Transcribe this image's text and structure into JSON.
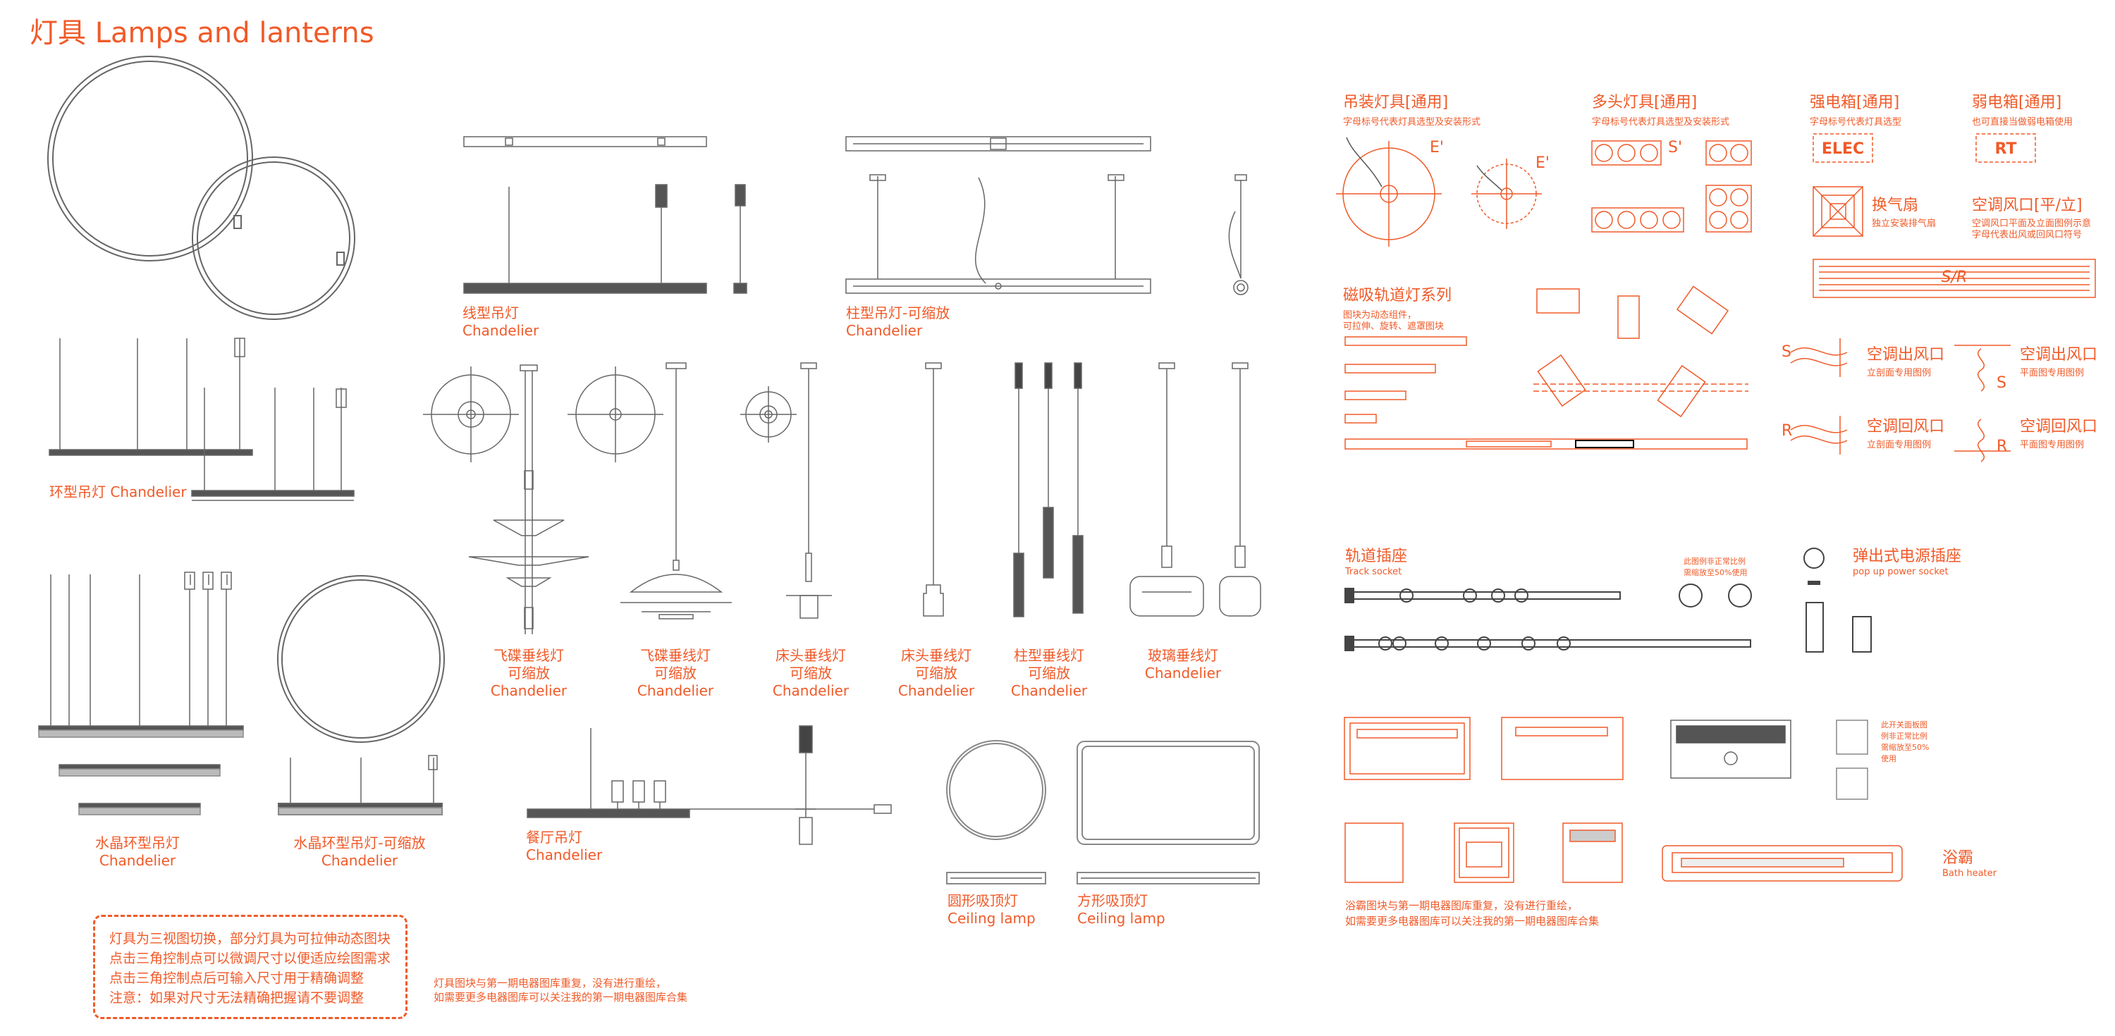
{
  "page": {
    "title": "灯具 Lamps and lanterns"
  },
  "colors": {
    "accent": "#f05a28",
    "line": "#555555",
    "dark": "#444444"
  },
  "labels": {
    "ring_chandelier": "环型吊灯 Chandelier",
    "crystal_ring_cn": "水晶环型吊灯",
    "crystal_ring_adj_cn": "水晶环型吊灯-可缩放",
    "linear_cn": "线型吊灯",
    "column_adj_cn": "柱型吊灯-可缩放",
    "ufo_cn": "飞碟垂线灯",
    "bedside_cn": "床头垂线灯",
    "column_pendant_cn": "柱型垂线灯",
    "glass_pendant_cn": "玻璃垂线灯",
    "scalable_cn": "可缩放",
    "chandelier_en": "Chandelier",
    "dining_cn": "餐厅吊灯",
    "round_ceiling_cn": "圆形吸顶灯",
    "square_ceiling_cn": "方形吸顶灯",
    "ceiling_en": "Ceiling lamp"
  },
  "notes": {
    "box_lines": [
      "灯具为三视图切换，部分灯具为可拉伸动态图块",
      "点击三角控制点可以微调尺寸以便适应绘图需求",
      "点击三角控制点后可输入尺寸用于精确调整",
      "注意：如果对尺寸无法精确把握请不要调整"
    ],
    "lamp_repeat_1": "灯具图块与第一期电器图库重复，没有进行重绘，",
    "lamp_repeat_2": "如需要更多电器图库可以关注我的第一期电器图库合集",
    "bath_repeat_1": "浴霸图块与第一期电器图库重复，没有进行重绘，",
    "bath_repeat_2": "如需要更多电器图库可以关注我的第一期电器图库合集"
  },
  "symbols": {
    "hanging": {
      "title": "吊装灯具[通用]",
      "sub": "字母标号代表灯具选型及安装形式",
      "mark": "E'"
    },
    "multihead": {
      "title": "多头灯具[通用]",
      "sub": "字母标号代表灯具选型及安装形式",
      "mark": "S'"
    },
    "strong_box": {
      "title": "强电箱[通用]",
      "sub": "字母标号代表灯具选型",
      "code": "ELEC"
    },
    "weak_box": {
      "title": "弱电箱[通用]",
      "sub": "也可直接当做弱电箱使用",
      "code": "RT"
    },
    "fan": {
      "title": "换气扇",
      "sub": "独立安装排气扇"
    },
    "vent": {
      "title": "空调风口[平/立]",
      "sub1": "空调风口平面及立面图例示意",
      "sub2": "字母代表出风或回风口符号",
      "code": "S/R"
    },
    "track": {
      "title": "磁吸轨道灯系列",
      "sub1": "图块为动态组件，",
      "sub2": "可拉伸、旋转、遮罩图块"
    },
    "ac_out_elev": {
      "title": "空调出风口",
      "sub": "立剖面专用图例",
      "mark": "S"
    },
    "ac_out_plan": {
      "title": "空调出风口",
      "sub": "平面图专用图例",
      "mark": "S"
    },
    "ac_ret_elev": {
      "title": "空调回风口",
      "sub": "立剖面专用图例",
      "mark": "R"
    },
    "ac_ret_plan": {
      "title": "空调回风口",
      "sub": "平面图专用图例",
      "mark": "R"
    },
    "track_socket": {
      "title": "轨道插座",
      "en": "Track socket",
      "note1": "此图例非正常比例",
      "note2": "需缩放至50%使用"
    },
    "popup": {
      "title": "弹出式电源插座",
      "en": "pop up power socket"
    },
    "panel_note": {
      "l1": "此开关面板图",
      "l2": "例非正常比例",
      "l3": "需缩放至50%",
      "l4": "使用"
    },
    "bath": {
      "title": "浴霸",
      "en": "Bath heater"
    }
  }
}
